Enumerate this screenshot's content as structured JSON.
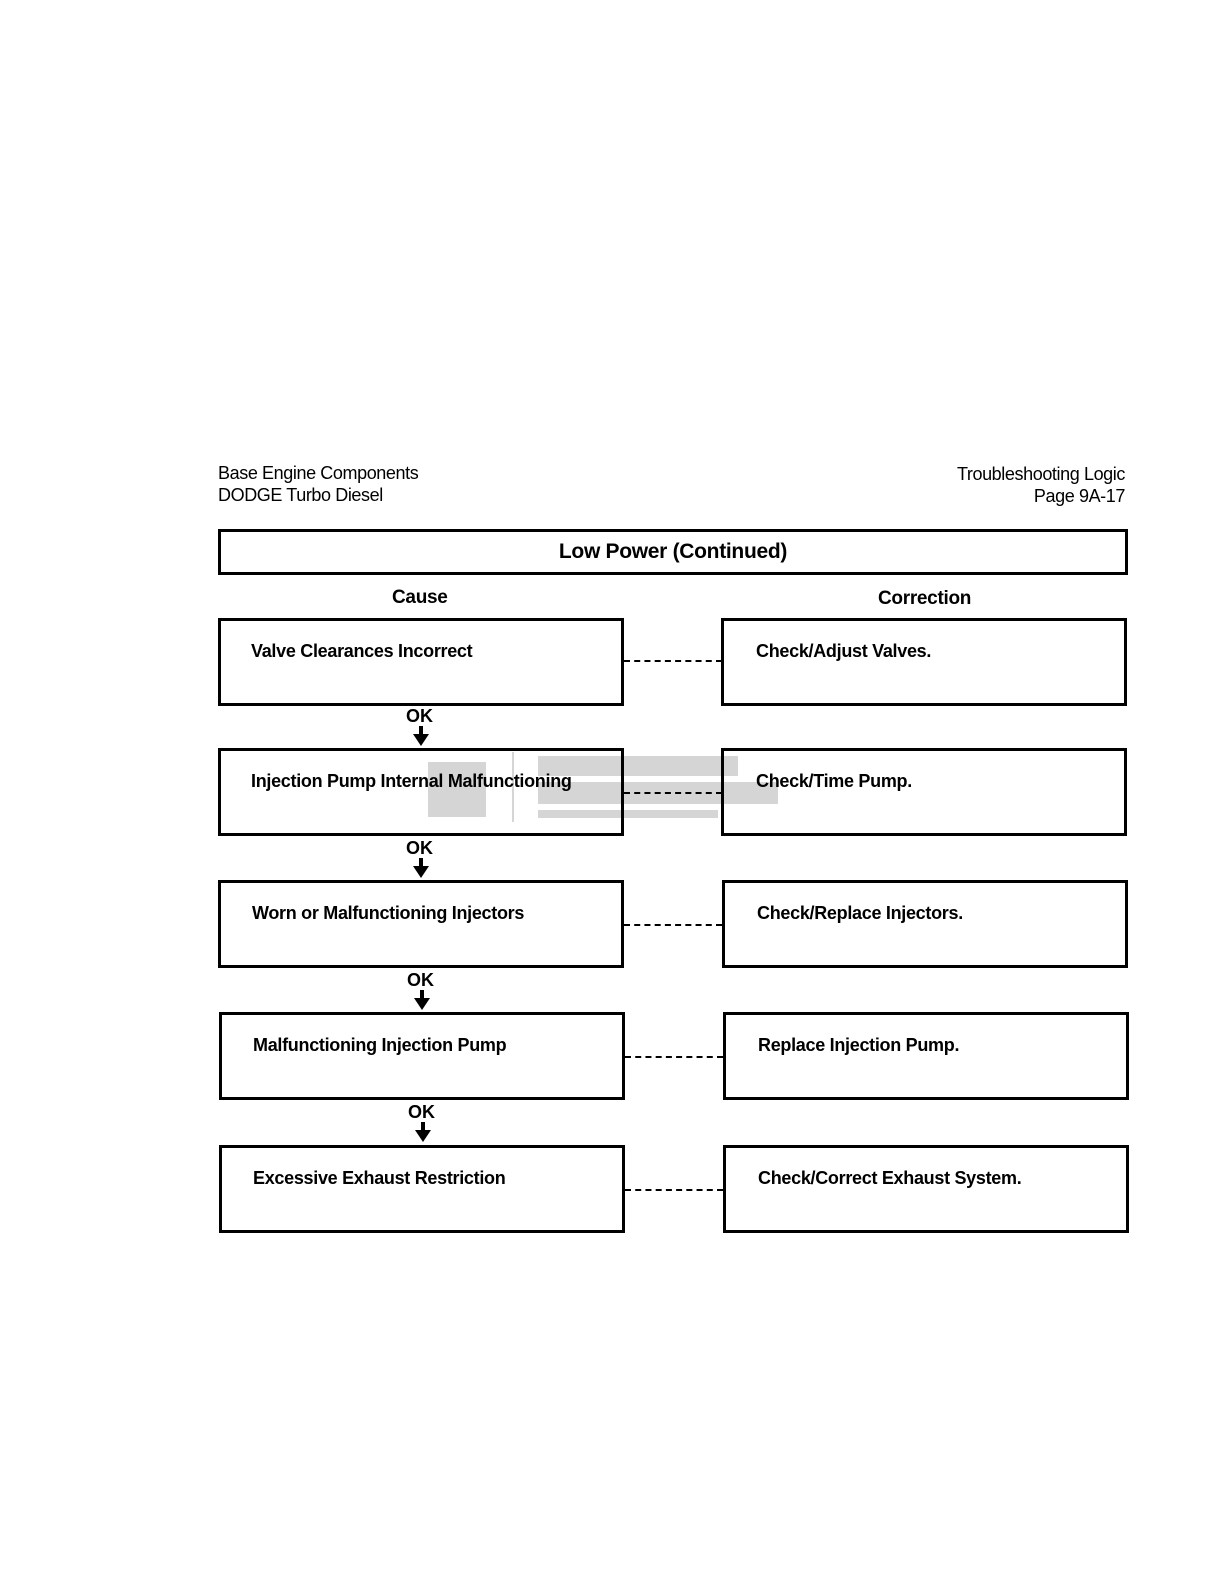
{
  "header": {
    "left_line1": "Base Engine Components",
    "left_line2": "DODGE Turbo Diesel",
    "right_line1": "Troubleshooting Logic",
    "right_line2": "Page 9A-17"
  },
  "title": "Low Power (Continued)",
  "columns": {
    "cause": "Cause",
    "correction": "Correction"
  },
  "connector_label": "OK",
  "rows": [
    {
      "cause": "Valve Clearances Incorrect",
      "correction": "Check/Adjust Valves."
    },
    {
      "cause": "Injection Pump Internal Malfunctioning",
      "correction": "Check/Time Pump."
    },
    {
      "cause": "Worn or Malfunctioning Injectors",
      "correction": "Check/Replace Injectors."
    },
    {
      "cause": "Malfunctioning Injection Pump",
      "correction": "Replace Injection Pump."
    },
    {
      "cause": "Excessive Exhaust Restriction",
      "correction": "Check/Correct Exhaust System."
    }
  ]
}
